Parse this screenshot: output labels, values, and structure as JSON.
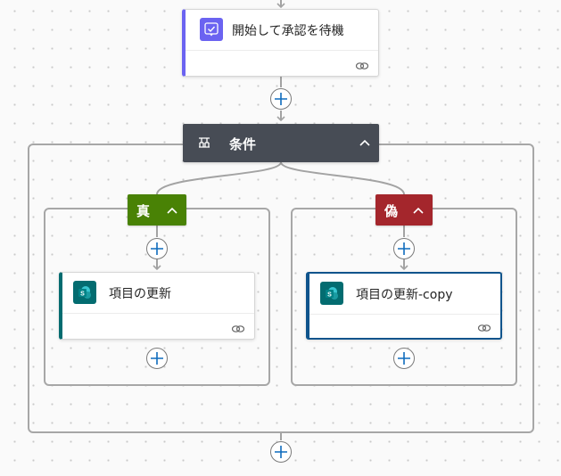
{
  "approval_action": {
    "title": "開始して承認を待機",
    "icon": "approval-icon"
  },
  "condition": {
    "title": "条件",
    "icon": "condition-icon"
  },
  "branches": {
    "true": {
      "label": "真",
      "color": "#498205"
    },
    "false": {
      "label": "偽",
      "color": "#a4262c"
    }
  },
  "actions": {
    "update_item": {
      "title": "項目の更新",
      "icon": "sharepoint-icon"
    },
    "update_item_copy": {
      "title": "項目の更新-copy",
      "icon": "sharepoint-icon"
    }
  },
  "colors": {
    "accent_blue": "#0f6cbd",
    "selected_border": "#0f548c",
    "approval_bar": "#6b63f1",
    "sharepoint_bar": "#036c70",
    "condition_header": "#474c55"
  }
}
